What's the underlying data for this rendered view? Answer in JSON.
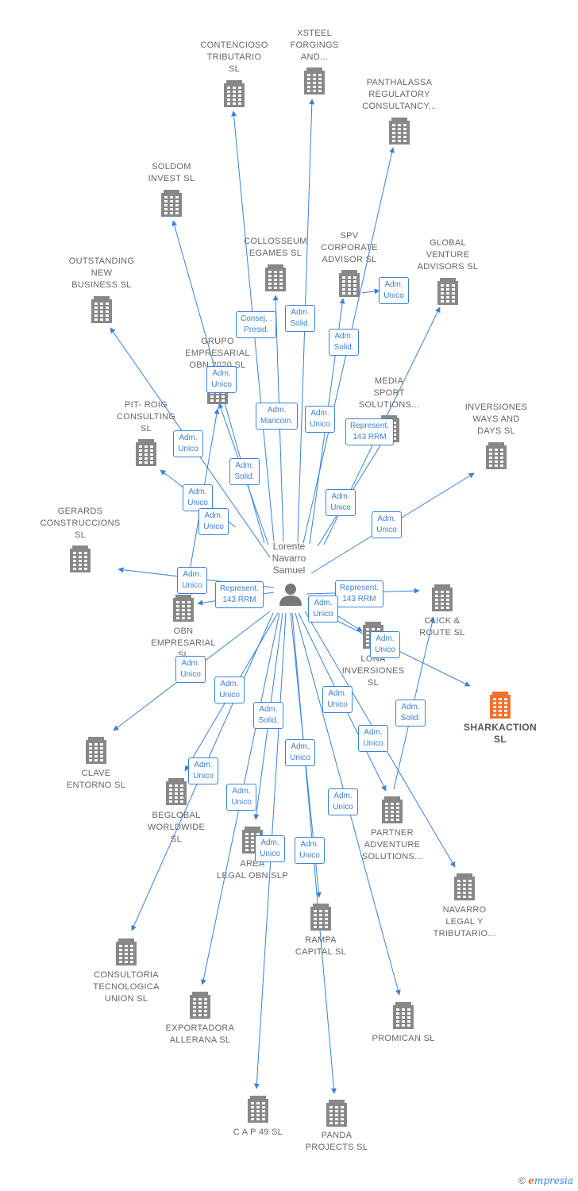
{
  "person": {
    "name": "Lorente\nNavarro\nSamuel"
  },
  "colors": {
    "edge": "#3b82d8",
    "node": "#888888",
    "highlight": "#f5702c"
  },
  "companies": [
    {
      "id": "contencioso",
      "name": "CONTENCIOSO\nTRIBUTARIO\nSL"
    },
    {
      "id": "xsteel",
      "name": "XSTEEL\nFORGINGS\nAND..."
    },
    {
      "id": "panthalassa",
      "name": "PANTHALASSA\nREGULATORY\nCONSULTANCY..."
    },
    {
      "id": "soldom",
      "name": "SOLDOM\nINVEST  SL"
    },
    {
      "id": "collosseum",
      "name": "COLLOSSEUM\nEGAMES  SL"
    },
    {
      "id": "spv",
      "name": "SPV\nCORPORATE\nADVISOR  SL"
    },
    {
      "id": "global",
      "name": "GLOBAL\nVENTURE\nADVISORS  SL"
    },
    {
      "id": "outstanding",
      "name": "OUTSTANDING\nNEW\nBUSINESS  SL"
    },
    {
      "id": "grupo",
      "name": "GRUPO\nEMPRESARIAL\nOBN 2020  SL"
    },
    {
      "id": "media",
      "name": "MEDIA\nSPORT\nSOLUTIONS..."
    },
    {
      "id": "inversiones",
      "name": "INVERSIONES\nWAYS AND\nDAYS  SL"
    },
    {
      "id": "pitroig",
      "name": "PIT- ROIG\nCONSULTING\nSL"
    },
    {
      "id": "gerards",
      "name": "GERARDS\nCONSTRUCCIONS\nSL"
    },
    {
      "id": "obn",
      "name": "OBN\nEMPRESARIAL\nSL"
    },
    {
      "id": "click",
      "name": "CLICK &\nROUTE  SL"
    },
    {
      "id": "lona",
      "name": "LONA\nINVERSIONES\nSL"
    },
    {
      "id": "sharkaction",
      "name": "SHARKACTION\nSL"
    },
    {
      "id": "clave",
      "name": "CLAVE\nENTORNO  SL"
    },
    {
      "id": "beglobal",
      "name": "BEGLOBAL\nWORLDWIDE\nSL"
    },
    {
      "id": "area",
      "name": "AREA\nLEGAL OBN  SLP"
    },
    {
      "id": "partner",
      "name": "PARTNER\nADVENTURE\nSOLUTIONS..."
    },
    {
      "id": "navarro",
      "name": "NAVARRO\nLEGAL Y\nTRIBUTARIO..."
    },
    {
      "id": "rampa",
      "name": "RAMPA\nCAPITAL  SL"
    },
    {
      "id": "consultoria",
      "name": "CONSULTORIA\nTECNOLOGICA\nUNION  SL"
    },
    {
      "id": "exportadora",
      "name": "EXPORTADORA\nALLERANA  SL"
    },
    {
      "id": "promican",
      "name": "PROMICAN  SL"
    },
    {
      "id": "cap49",
      "name": "C A P 49 SL"
    },
    {
      "id": "panda",
      "name": "PANDA\nPROJECTS  SL"
    }
  ],
  "roles": [
    {
      "text": "Consej. .\nPresid.",
      "edge": "contencioso"
    },
    {
      "text": "Adm.\nSolid.",
      "edge": "xsteel"
    },
    {
      "text": "Adm.\nUnico",
      "edge": "global-spv"
    },
    {
      "text": "Adm.\nSolid.",
      "edge": "spv"
    },
    {
      "text": "Adm.\nUnico",
      "edge": "grupo"
    },
    {
      "text": "Adm.\nMancom.",
      "edge": "collosseum"
    },
    {
      "text": "Adm.\nUnico",
      "edge": "panthalassa"
    },
    {
      "text": "Represent.\n143 RRM",
      "edge": "media"
    },
    {
      "text": "Adm.\nUnico",
      "edge": "outstanding"
    },
    {
      "text": "Adm.\nSolid.",
      "edge": "soldom"
    },
    {
      "text": "Adm.\nUnico",
      "edge": "pitroig"
    },
    {
      "text": "Adm.\nUnico",
      "edge": "grupo-obn"
    },
    {
      "text": "Adm.\nUnico",
      "edge": "global"
    },
    {
      "text": "Adm.\nUnico",
      "edge": "inversiones"
    },
    {
      "text": "Adm.\nUnico",
      "edge": "gerards"
    },
    {
      "text": "Represent.\n143 RRM",
      "edge": "obn"
    },
    {
      "text": "Represent.\n143 RRM",
      "edge": "click"
    },
    {
      "text": "Adm.\nUnico",
      "edge": "lona"
    },
    {
      "text": "Adm.\nUnico",
      "edge": "sharkaction"
    },
    {
      "text": "Adm.\nUnico",
      "edge": "clave"
    },
    {
      "text": "Adm.\nUnico",
      "edge": "beglobal"
    },
    {
      "text": "Adm.\nSolid.",
      "edge": "area"
    },
    {
      "text": "Adm.\nUnico",
      "edge": "partner"
    },
    {
      "text": "Adm.\nSolid.",
      "edge": "partner-click"
    },
    {
      "text": "Adm.\nUnico",
      "edge": "navarro"
    },
    {
      "text": "Adm.\nUnico",
      "edge": "rampa"
    },
    {
      "text": "Adm.\nUnico",
      "edge": "consultoria"
    },
    {
      "text": "Adm.\nUnico",
      "edge": "exportadora"
    },
    {
      "text": "Adm.\nUnico",
      "edge": "promican"
    },
    {
      "text": "Adm.\nUnico",
      "edge": "cap49"
    },
    {
      "text": "Adm.\nUnico",
      "edge": "panda"
    }
  ],
  "footer": {
    "copyright": "©",
    "brand_e": "e",
    "brand_rest": "mpresia"
  }
}
